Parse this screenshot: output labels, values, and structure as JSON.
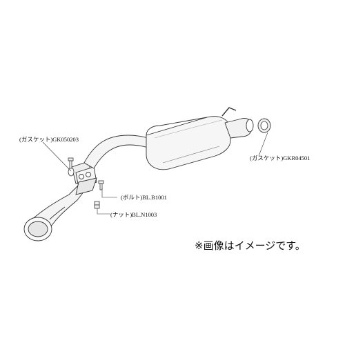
{
  "labels": {
    "gasket_front": "(ガスケット)GK050203",
    "gasket_rear": "(ガスケット)GKR04501",
    "bolt": "(ボルト)BL.B1001",
    "nut": "(ナット)BL.N1003"
  },
  "note": "※画像はイメージです。"
}
